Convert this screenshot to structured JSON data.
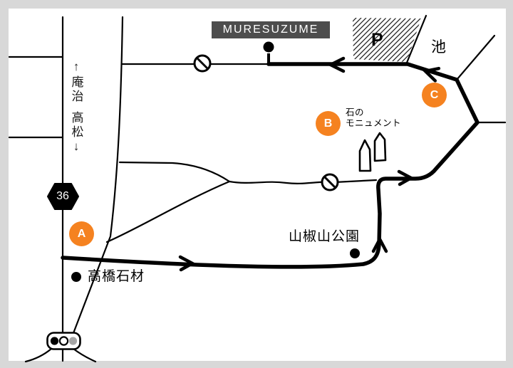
{
  "title": {
    "text": "MURESUZUME"
  },
  "labels": {
    "parking": "P",
    "pond": "池",
    "monument": {
      "line1": "石の",
      "line2": "モニュメント"
    },
    "park": "山椒山公園",
    "stone_shop": "高橋石材",
    "route_badge": "36",
    "direction_up": "↑庵治",
    "direction_down": "高松↓"
  },
  "markers": {
    "a": "A",
    "b": "B",
    "c": "C"
  },
  "icons": [
    {
      "name": "no-entry-icon",
      "meaning": "no entry road sign",
      "glyph": "⊘"
    },
    {
      "name": "traffic-light-icon",
      "meaning": "signalized intersection"
    },
    {
      "name": "monument-icon",
      "meaning": "stone monument obelisks"
    },
    {
      "name": "poi-dot-icon",
      "meaning": "point of interest dot",
      "glyph": "●"
    },
    {
      "name": "route-arrow-icon",
      "meaning": "driving direction arrow"
    },
    {
      "name": "parking-hatch",
      "meaning": "hatched parking lot area"
    }
  ],
  "colors": {
    "outer_background": "#d8d8d8",
    "map_background": "#ffffff",
    "road_color": "#000000",
    "accent_orange": "#f58220",
    "title_bg": "#4d4d4d",
    "title_fg": "#ffffff",
    "signal_gray": "#a5a5a5"
  }
}
